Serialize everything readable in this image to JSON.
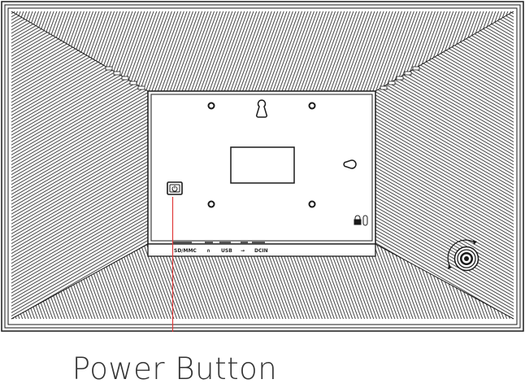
{
  "callout": {
    "label": "Power Button",
    "line_color": "#e03a3a"
  },
  "ports": [
    {
      "name": "memory-card-slot",
      "label": "SD/MMC"
    },
    {
      "name": "headphone-jack",
      "label": "∩"
    },
    {
      "name": "usb-port",
      "label": "USB"
    },
    {
      "name": "usb-symbol",
      "label": "⇝"
    },
    {
      "name": "dc-in-port",
      "label": "DCIN"
    }
  ],
  "colors": {
    "outline": "#1a1a1a",
    "background": "#ffffff"
  },
  "icons": {
    "power": "power-icon",
    "keyhole": "keyhole-mount-icon",
    "lock": "kensington-lock-icon",
    "stand": "rotating-stand-knob-icon"
  }
}
